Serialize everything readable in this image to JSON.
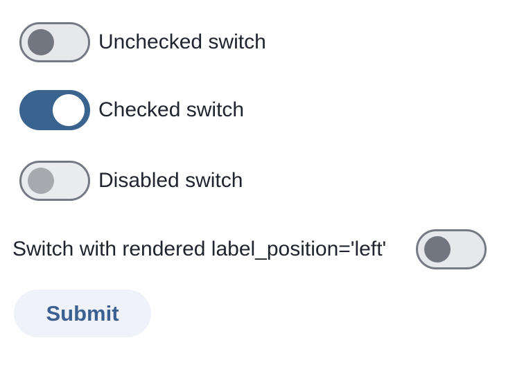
{
  "switches": [
    {
      "label": "Unchecked switch",
      "state": "unchecked",
      "label_position": "right"
    },
    {
      "label": "Checked switch",
      "state": "checked",
      "label_position": "right"
    },
    {
      "label": "Disabled switch",
      "state": "disabled",
      "label_position": "right"
    },
    {
      "label": "Switch with rendered label_position='left'",
      "state": "unchecked",
      "label_position": "left"
    }
  ],
  "submit": {
    "label": "Submit"
  },
  "colors": {
    "page_bg": "#ffffff",
    "track_off_bg": "#e7e8ec",
    "track_disabled_bg": "#eaebef",
    "track_border": "#747983",
    "track_on_bg": "#3a638f",
    "thumb_off": "#72767f",
    "thumb_on": "#ffffff",
    "thumb_disabled": "#a7a9ae",
    "label_color": "#20242e",
    "button_bg": "#f0f2fa",
    "button_text": "#3a6191"
  }
}
